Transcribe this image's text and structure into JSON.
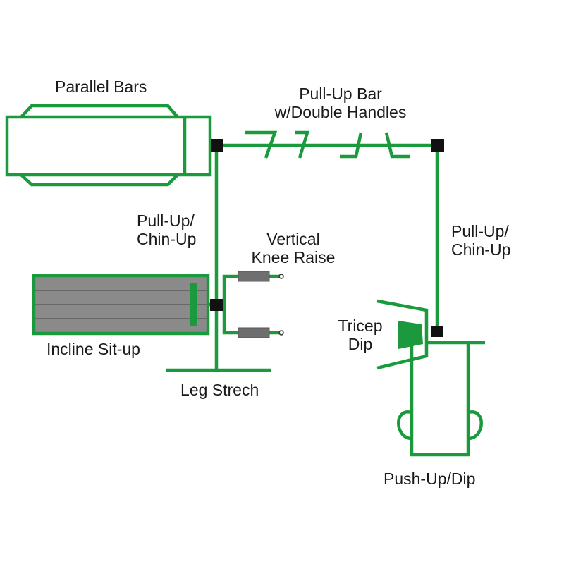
{
  "colors": {
    "frame_green": "#1a9a3c",
    "joint_black": "#111111",
    "pad_gray": "#8a8a8a",
    "background": "#ffffff"
  },
  "labels": {
    "parallel_bars": "Parallel Bars",
    "pull_up_bar_line1": "Pull-Up Bar",
    "pull_up_bar_line2": "w/Double Handles",
    "pull_up_left_line1": "Pull-Up/",
    "pull_up_left_line2": "Chin-Up",
    "vertical_knee_line1": "Vertical",
    "vertical_knee_line2": "Knee Raise",
    "pull_up_right_line1": "Pull-Up/",
    "pull_up_right_line2": "Chin-Up",
    "incline_situp": "Incline Sit-up",
    "tricep_line1": "Tricep",
    "tricep_line2": "Dip",
    "leg_stretch": "Leg Strech",
    "pushup_dip": "Push-Up/Dip"
  }
}
